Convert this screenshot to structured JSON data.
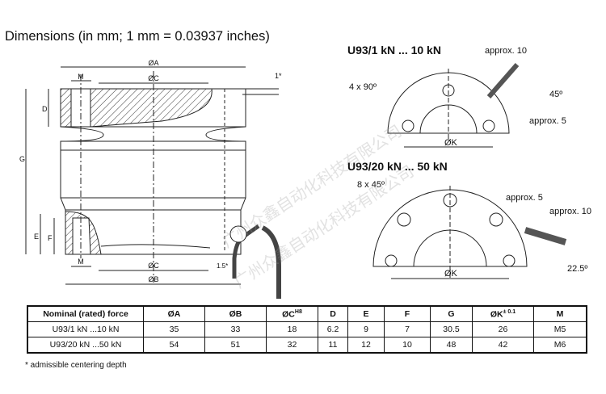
{
  "title": "Dimensions (in mm; 1 mm = 0.03937 inches)",
  "side_view": {
    "A": "ØA",
    "C": "ØC",
    "M": "M",
    "D": "D",
    "G": "G",
    "E": "E",
    "F": "F",
    "B": "ØB",
    "one": "1*",
    "one_five": "1.5*"
  },
  "top_view_small": {
    "title": "U93/1 kN ... 10 kN",
    "holes": "4 x 90º",
    "approx10": "approx. 10",
    "angle": "45º",
    "approx5": "approx. 5",
    "K": "ØK"
  },
  "top_view_large": {
    "title": "U93/20 kN ... 50 kN",
    "holes": "8 x 45º",
    "approx5": "approx. 5",
    "approx10": "approx. 10",
    "angle": "22.5º",
    "K": "ØK"
  },
  "table": {
    "headers": [
      "Nominal (rated) force",
      "ØA",
      "ØB",
      "ØC",
      "D",
      "E",
      "F",
      "G",
      "ØK",
      "M"
    ],
    "header_sup": {
      "C": "H8",
      "K": "± 0.1"
    },
    "rows": [
      [
        "U93/1 kN ...10 kN",
        "35",
        "33",
        "18",
        "6.2",
        "9",
        "7",
        "30.5",
        "26",
        "M5"
      ],
      [
        "U93/20 kN ...50 kN",
        "54",
        "51",
        "32",
        "11",
        "12",
        "10",
        "48",
        "42",
        "M6"
      ]
    ]
  },
  "footnote": "*  admissible centering depth",
  "watermark": [
    "广州众鑫自动化科技有限公司",
    "广州众鑫自动化科技有限公司"
  ]
}
